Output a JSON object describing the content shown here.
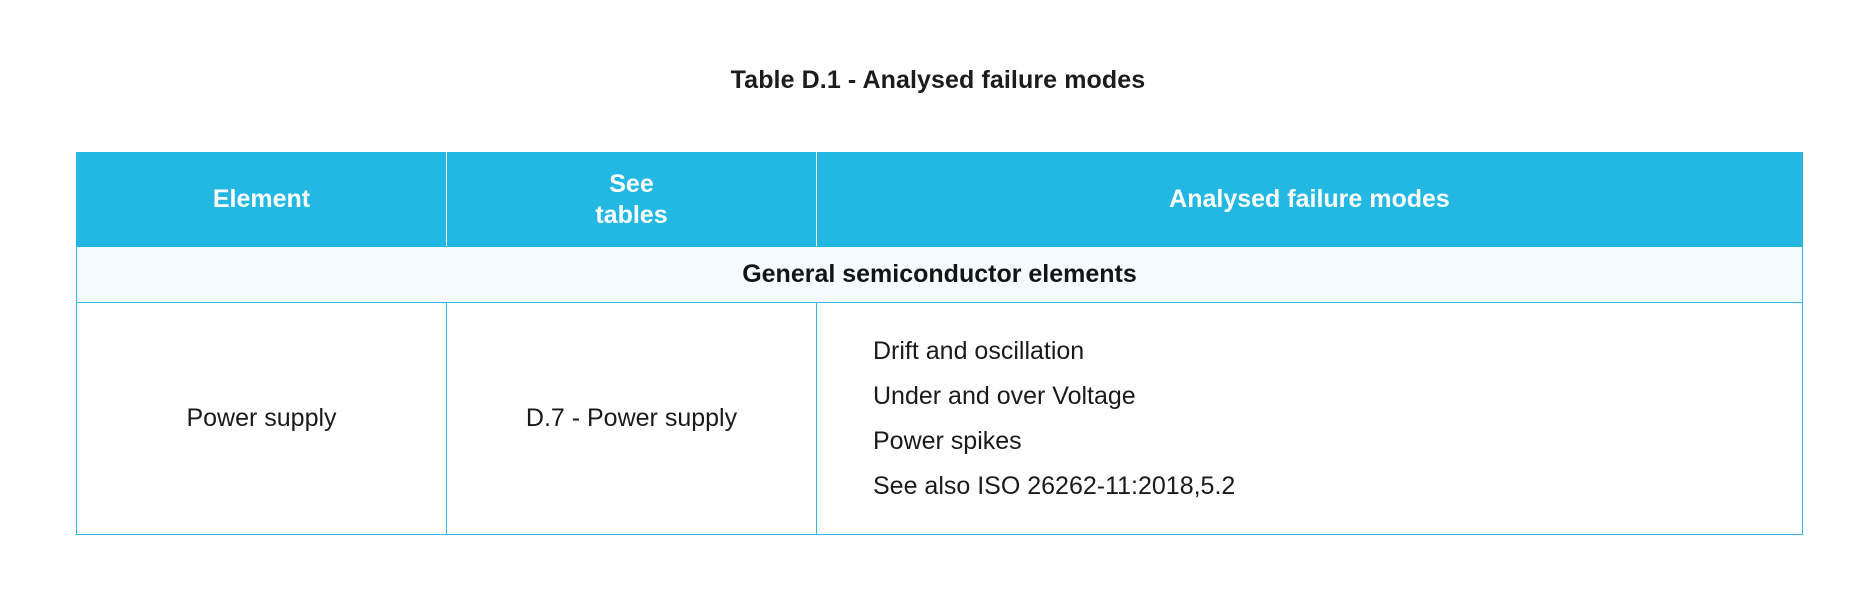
{
  "document": {
    "title": "Table D.1 - Analysed failure modes"
  },
  "colors": {
    "header_background": "#22b8e2",
    "header_text": "#ffffff",
    "border": "#31bbe3",
    "section_background": "#f4fafd",
    "body_text": "#1a1a1a",
    "page_background": "#ffffff"
  },
  "table": {
    "columns": [
      {
        "key": "element",
        "label": "Element"
      },
      {
        "key": "see_tables",
        "label": "See\ntables",
        "label_line1": "See",
        "label_line2": "tables"
      },
      {
        "key": "failure_modes",
        "label": "Analysed failure modes"
      }
    ],
    "sections": [
      {
        "title": "General semiconductor elements",
        "rows": [
          {
            "element": "Power supply",
            "see_tables": "D.7 - Power supply",
            "failure_modes": [
              "Drift and oscillation",
              "Under and over Voltage",
              "Power spikes",
              "See also ISO 26262-11:2018,5.2"
            ]
          }
        ]
      }
    ]
  }
}
